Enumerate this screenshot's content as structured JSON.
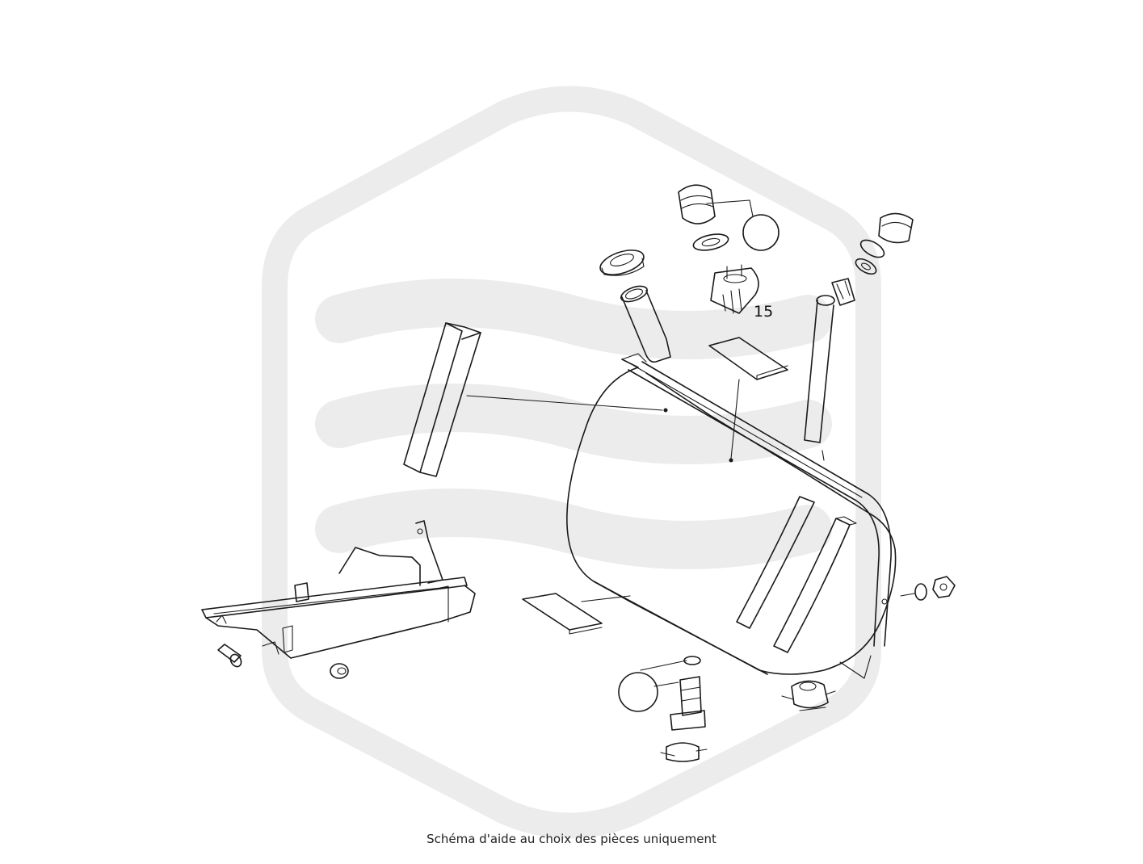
{
  "caption": "Schéma d'aide au choix des pièces uniquement",
  "callouts": [
    {
      "id": "part-15",
      "label": "15"
    }
  ],
  "watermark": {
    "icon": "brand-hexagon-waves-logo",
    "color": "#ececec"
  },
  "line_color": "#1a1a1a"
}
